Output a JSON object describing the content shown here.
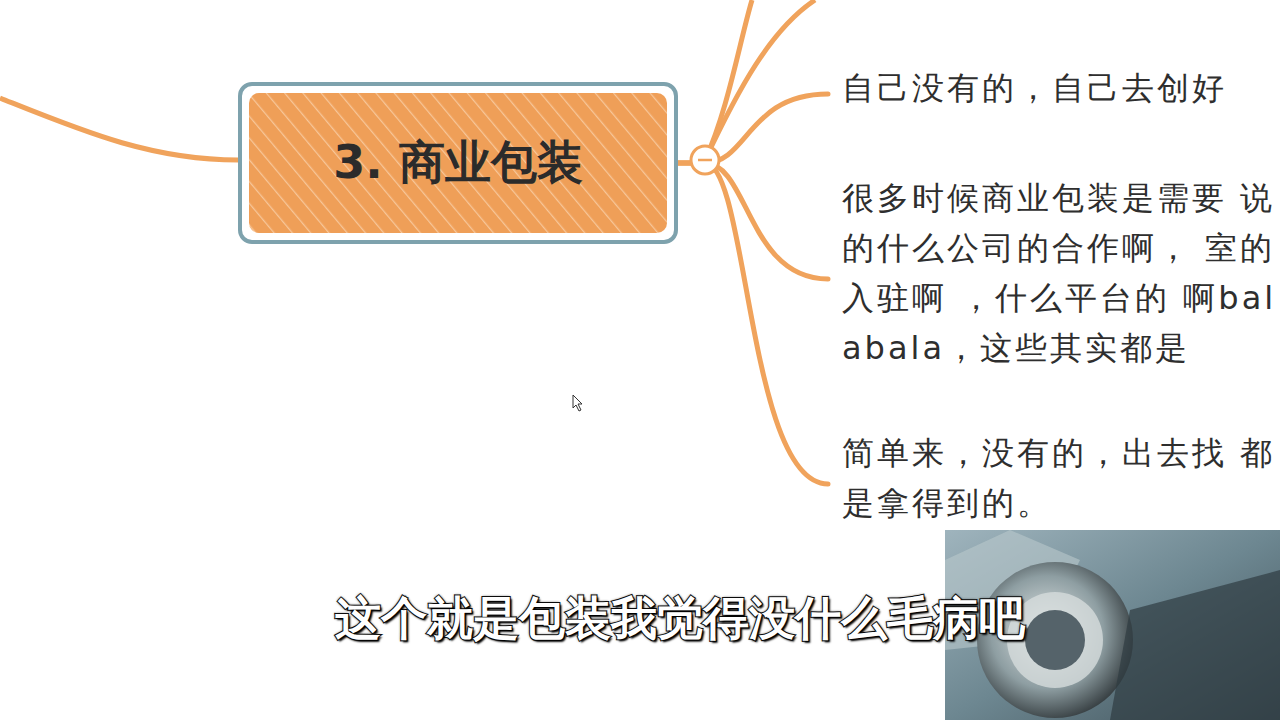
{
  "diagram": {
    "nodes": [
      {
        "text": [
          "3. 商业包装"
        ]
      },
      {
        "text": [
          "自己没有的，自己去创好"
        ]
      },
      {
        "text": [
          "很多时候商业包装是需要 说的什么公司的合作啊， 室的入驻啊 ，什么平台的 啊balabala，这些其实都是"
        ]
      },
      {
        "text": [
          "简单来，没有的，出去找 都是拿得到的。"
        ]
      }
    ],
    "edges": [
      {
        "from": 0,
        "to": 1,
        "arrow": "none"
      },
      {
        "from": 0,
        "to": 2,
        "arrow": "none"
      },
      {
        "from": 0,
        "to": 3,
        "arrow": "none"
      }
    ],
    "labels": [
      "这个就是包装我觉得没什么毛病吧"
    ]
  }
}
